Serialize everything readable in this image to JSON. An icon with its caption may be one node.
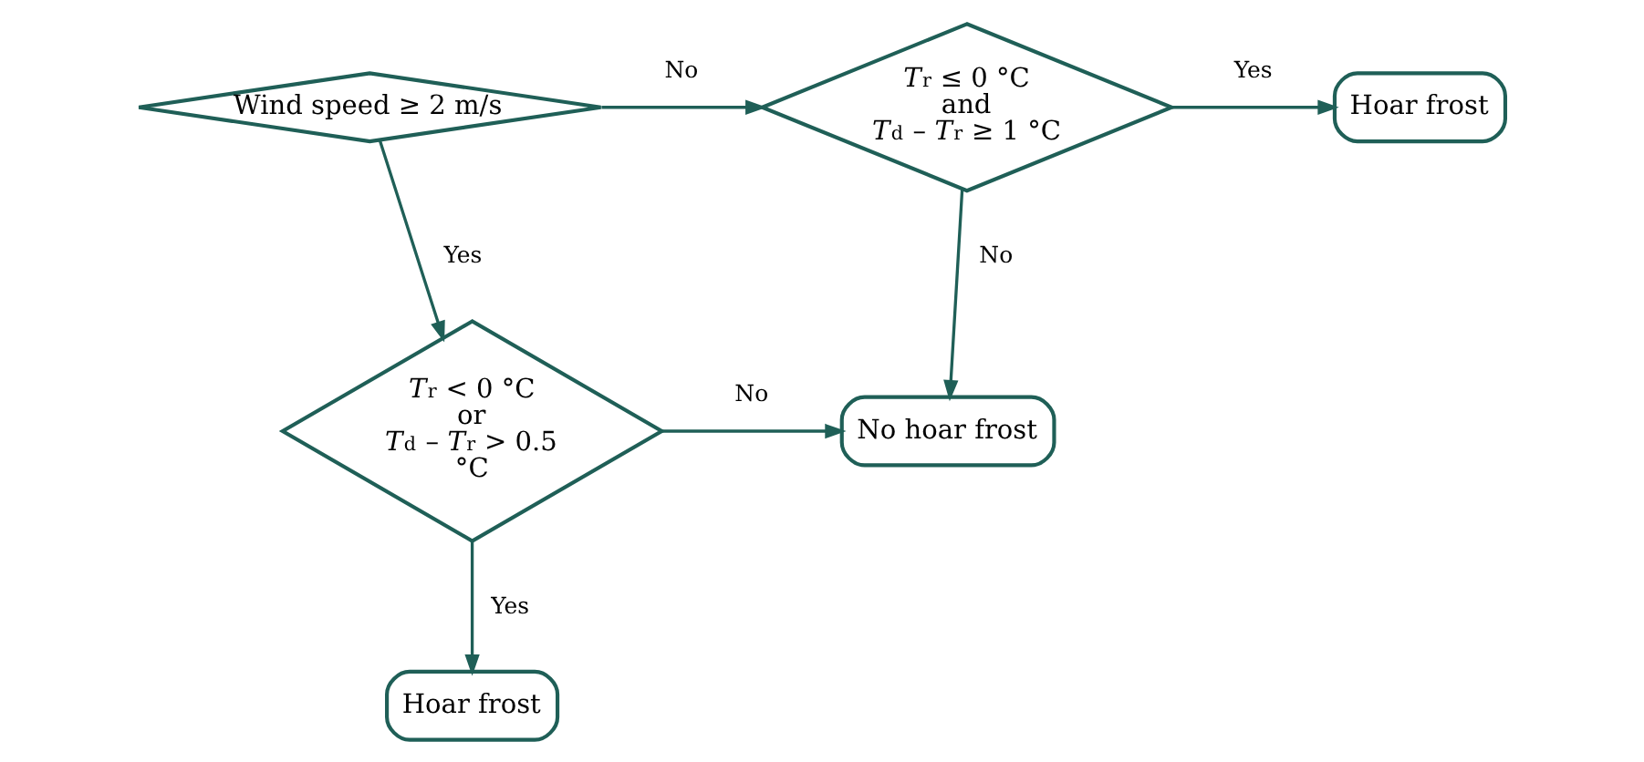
{
  "diagram": {
    "nodes": [
      {
        "text": [
          "Wind speed ≥ 2 m/s"
        ]
      },
      {
        "text": [
          "*T*$_{r}$ ≤ 0 °C and *T*$_{d}$ – *T*$_{r}$ ≥ 1 °C"
        ]
      },
      {
        "text": [
          "Hoar frost"
        ]
      },
      {
        "text": [
          "*T*$_{r}$ < 0 °C or *T*$_{d}$ – *T*$_{r}$ > 0.5 °C"
        ]
      },
      {
        "text": [
          "No hoar frost"
        ]
      },
      {
        "text": [
          "Hoar frost"
        ]
      }
    ],
    "edges": [
      {
        "from": 0,
        "to": 1,
        "arrow": "to",
        "label": "No"
      },
      {
        "from": 0,
        "to": 3,
        "arrow": "to",
        "label": "Yes"
      },
      {
        "from": 1,
        "to": 2,
        "arrow": "to",
        "label": "Yes"
      },
      {
        "from": 1,
        "to": 4,
        "arrow": "to",
        "label": "No"
      },
      {
        "from": 3,
        "to": 4,
        "arrow": "to",
        "label": "No"
      },
      {
        "from": 3,
        "to": 5,
        "arrow": "to",
        "label": "Yes"
      }
    ]
  }
}
